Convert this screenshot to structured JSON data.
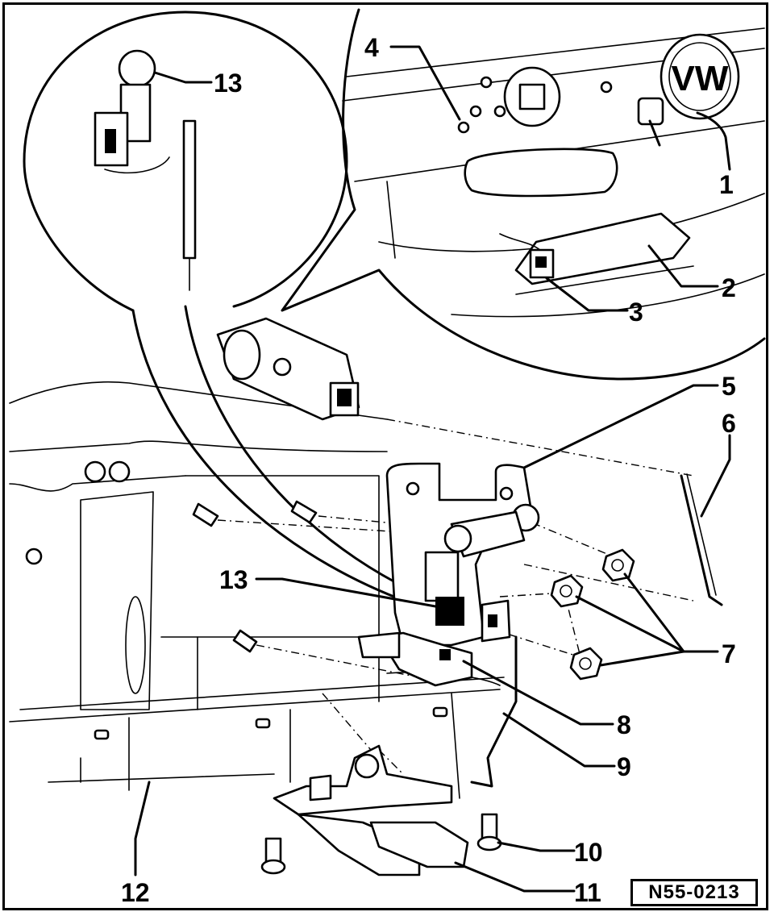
{
  "figure": {
    "reference_code": "N55-0213",
    "callouts": [
      {
        "id": "1",
        "label": "1"
      },
      {
        "id": "2",
        "label": "2"
      },
      {
        "id": "3",
        "label": "3"
      },
      {
        "id": "4",
        "label": "4"
      },
      {
        "id": "5",
        "label": "5"
      },
      {
        "id": "6",
        "label": "6"
      },
      {
        "id": "7",
        "label": "7"
      },
      {
        "id": "8",
        "label": "8"
      },
      {
        "id": "9",
        "label": "9"
      },
      {
        "id": "10",
        "label": "10"
      },
      {
        "id": "11",
        "label": "11"
      },
      {
        "id": "12",
        "label": "12"
      },
      {
        "id": "13a",
        "label": "13"
      },
      {
        "id": "13b",
        "label": "13"
      }
    ],
    "parts": [
      {
        "name": "emblem-lock-cylinder",
        "logo_text": "VW"
      }
    ]
  }
}
